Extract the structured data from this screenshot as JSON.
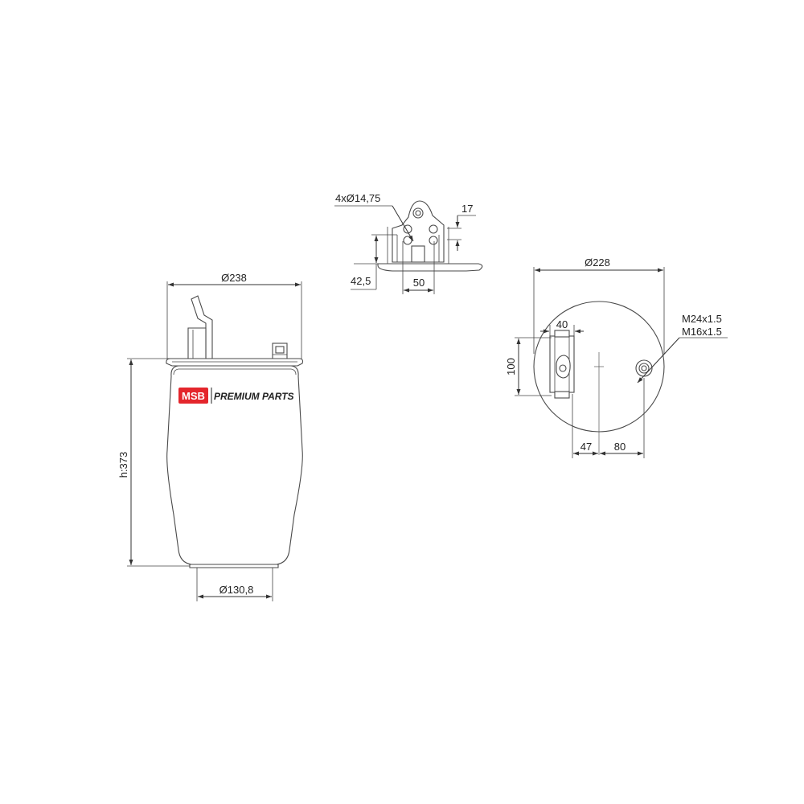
{
  "colors": {
    "line": "#333333",
    "brand_red": "#e4262c",
    "brand_text": "#222222",
    "background": "#ffffff"
  },
  "logo": {
    "mark": "MSB",
    "text": "PREMIUM PARTS"
  },
  "side_view": {
    "dim_top_diameter": "Ø238",
    "dim_height": "h:373",
    "dim_bottom_diameter": "Ø130,8"
  },
  "top_plate_view": {
    "dim_holes": "4xØ14,75",
    "dim_17": "17",
    "dim_42_5": "42,5",
    "dim_50": "50"
  },
  "plan_view": {
    "dim_diameter": "Ø228",
    "thread_1": "M24x1.5",
    "thread_2": "M16x1.5",
    "dim_40": "40",
    "dim_100": "100",
    "dim_47": "47",
    "dim_80": "80"
  }
}
